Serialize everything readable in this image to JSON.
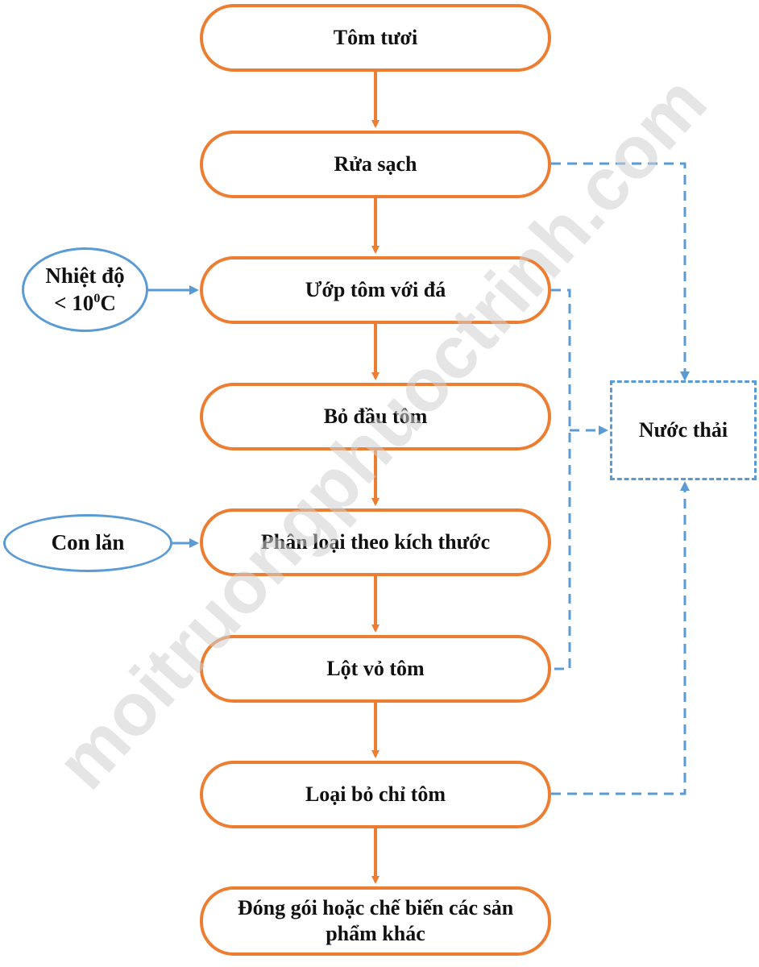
{
  "colors": {
    "process_border": "#ED7D31",
    "input_border": "#5B9BD5",
    "wastewater_border": "#5B9BD5",
    "watermark": "#d4d4d4"
  },
  "steps": [
    {
      "id": "tom-tuoi",
      "label": "Tôm tươi"
    },
    {
      "id": "rua-sach",
      "label": "Rửa sạch"
    },
    {
      "id": "uop-tom",
      "label": "Ướp tôm với đá"
    },
    {
      "id": "bo-dau",
      "label": "Bỏ đầu tôm"
    },
    {
      "id": "phan-loai",
      "label": "Phân loại theo kích thước"
    },
    {
      "id": "lot-vo",
      "label": "Lột vỏ tôm"
    },
    {
      "id": "loai-bo-chi",
      "label": "Loại bỏ chỉ tôm"
    },
    {
      "id": "dong-goi",
      "label": "Đóng gói hoặc chế biến các sản phẩm khác"
    }
  ],
  "inputs": {
    "temperature": {
      "line1": "Nhiệt độ",
      "line2_prefix": "< 10",
      "line2_sup": "0",
      "line2_suffix": "C"
    },
    "roller": {
      "label": "Con lăn"
    }
  },
  "wastewater": {
    "label": "Nước thải"
  },
  "watermark": {
    "text": "moitruongphuoctrinh.com"
  }
}
